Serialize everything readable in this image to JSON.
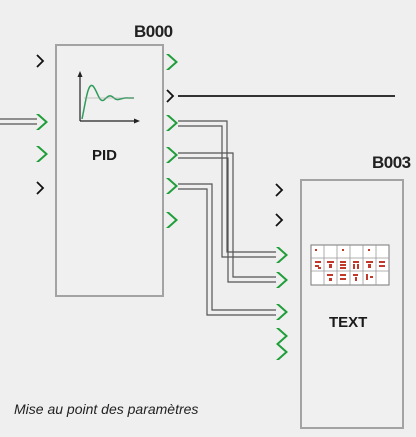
{
  "blocks": {
    "b000": {
      "title": "B000",
      "label": "PID",
      "icon": "pid-response-curve-icon"
    },
    "b003": {
      "title": "B003",
      "label": "TEXT",
      "icon": "text-display-icon"
    }
  },
  "caption": "Mise au point des paramètres",
  "colors": {
    "background": "#efefef",
    "block_fill": "#f0f0f0",
    "block_border": "#a3a3a3",
    "active_pin": "#1f9e3a",
    "inactive_pin": "#111111",
    "wire": "#555555",
    "curve": "#2e9c5a",
    "text_pixels": "#c0392b"
  },
  "pins": {
    "b000_inputs": [
      "inactive",
      "active",
      "active",
      "inactive"
    ],
    "b000_outputs": [
      "active",
      "inactive",
      "active",
      "active",
      "active",
      "active"
    ],
    "b003_inputs": [
      "inactive",
      "inactive",
      "active",
      "active",
      "active",
      "active",
      "active"
    ]
  }
}
